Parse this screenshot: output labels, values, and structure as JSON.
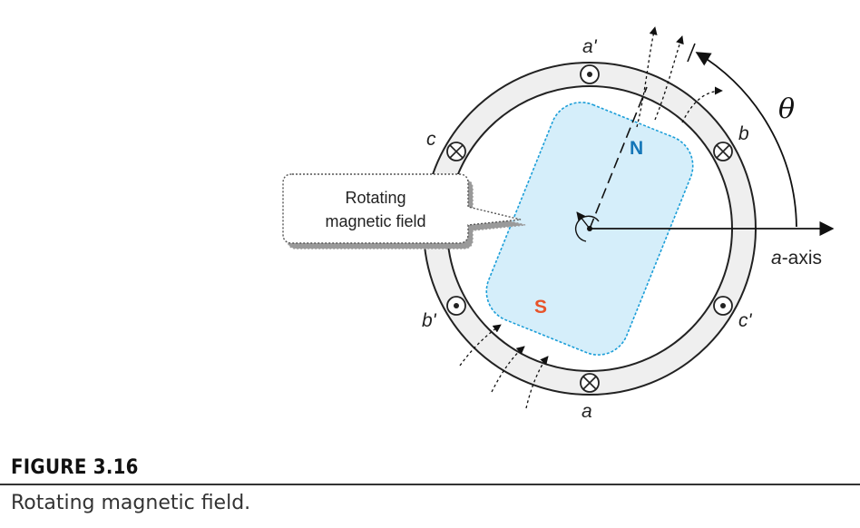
{
  "diagram": {
    "conductor_labels": {
      "a_prime": "a'",
      "b": "b",
      "c_prime": "c'",
      "a": "a",
      "b_prime": "b'",
      "c": "c"
    },
    "pole_north": "N",
    "pole_south": "S",
    "axis_label_italic": "a",
    "axis_label_suffix": "-axis",
    "angle_label": "θ",
    "callout": {
      "line1": "Rotating",
      "line2": "magnetic field"
    },
    "colors": {
      "rotor_fill": "#d5eefa",
      "rotor_border": "#1b9ed8",
      "north": "#1476b8",
      "south": "#e8542a",
      "stator_fill": "#efefef"
    }
  },
  "figure": {
    "number": "FIGURE 3.16",
    "caption": "Rotating magnetic field."
  }
}
